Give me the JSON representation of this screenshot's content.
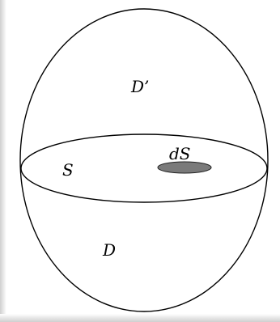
{
  "diagram": {
    "labels": {
      "upper_region": "D’",
      "surface": "S",
      "element": "dS",
      "lower_region": "D"
    },
    "colors": {
      "stroke": "#000000",
      "element_fill": "#7a7a7a",
      "background": "#ffffff",
      "edge_shadow": "#cfcfcf"
    }
  }
}
